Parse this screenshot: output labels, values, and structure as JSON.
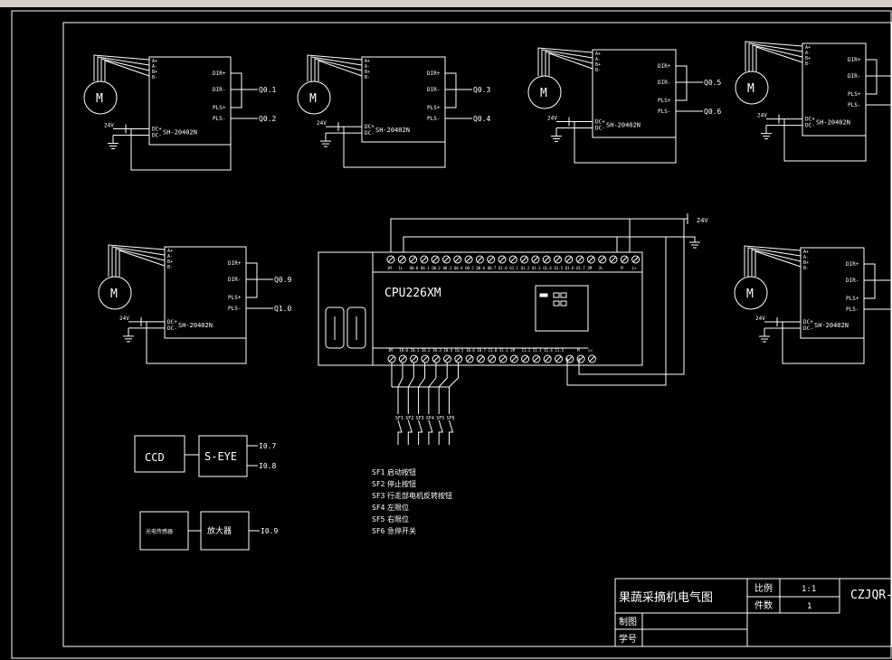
{
  "drawing": {
    "title": "果蔬采摘机电气图",
    "plc_model": "CPU226XM",
    "colors": {
      "background": "#000000",
      "lines": "#ffffff",
      "toolbar": "#d4d0c8"
    },
    "motor_label": "M",
    "driver_model": "SH-20402N",
    "supply_label": "24V",
    "driver_pins_left": [
      "A+",
      "A-",
      "B+",
      "B-"
    ],
    "driver_pins_power": [
      "DC+",
      "DC-"
    ],
    "driver_pins_right": [
      "DIR+",
      "DIR-",
      "PLS+",
      "PLS-"
    ],
    "driver_outputs": [
      {
        "dir": "Q0.1",
        "pls": "Q0.2"
      },
      {
        "dir": "Q0.3",
        "pls": "Q0.4"
      },
      {
        "dir": "Q0.5",
        "pls": "Q0.6"
      },
      {
        "dir": "",
        "pls": ""
      },
      {
        "dir": "Q0.9",
        "pls": "Q1.0"
      },
      {
        "dir": "",
        "pls": ""
      }
    ],
    "plc_top_terminals": [
      "1M",
      "1L",
      "Q0.0",
      "Q0.1",
      "Q0.2",
      "Q0.3",
      "Q0.4",
      "Q0.5",
      "Q0.6",
      "Q0.7",
      "Q1.0",
      "Q1.1",
      "Q1.2",
      "Q1.3",
      "Q1.4",
      "Q1.5",
      "Q1.6",
      "Q1.7",
      "2M",
      "2L",
      "",
      "M",
      "L+"
    ],
    "plc_bottom_terminals": [
      "1M",
      "I0.0",
      "I0.1",
      "I0.2",
      "I0.3",
      "I0.4",
      "I0.5",
      "I0.6",
      "I0.7",
      "I1.0",
      "I1.1",
      "2M",
      "I1.2",
      "I1.3",
      "I1.4",
      "I1.5",
      "",
      "M",
      "L+"
    ],
    "supply_rail_label": "24V",
    "switch_labels": [
      "SF1",
      "SF2",
      "SF3",
      "SF4",
      "SF5",
      "SF6"
    ],
    "vision": {
      "camera": "CCD",
      "sensor": "S-EYE",
      "out1": "I0.7",
      "out2": "I0.8"
    },
    "sensor_chain": {
      "sensor": "光电传感器",
      "amp": "放大器",
      "out": "I0.9"
    },
    "legend": [
      {
        "code": "SF1",
        "desc": "启动按钮"
      },
      {
        "code": "SF2",
        "desc": "停止按钮"
      },
      {
        "code": "SF3",
        "desc": "行走部电机反转按钮"
      },
      {
        "code": "SF4",
        "desc": "左限位"
      },
      {
        "code": "SF5",
        "desc": "右限位"
      },
      {
        "code": "SF6",
        "desc": "急停开关"
      }
    ],
    "title_block": {
      "scale_label": "比例",
      "scale_value": "1:1",
      "qty_label": "件数",
      "qty_value": "1",
      "drawn_label": "制图",
      "id_label": "学号",
      "drawing_no": "CZJQR-"
    }
  }
}
